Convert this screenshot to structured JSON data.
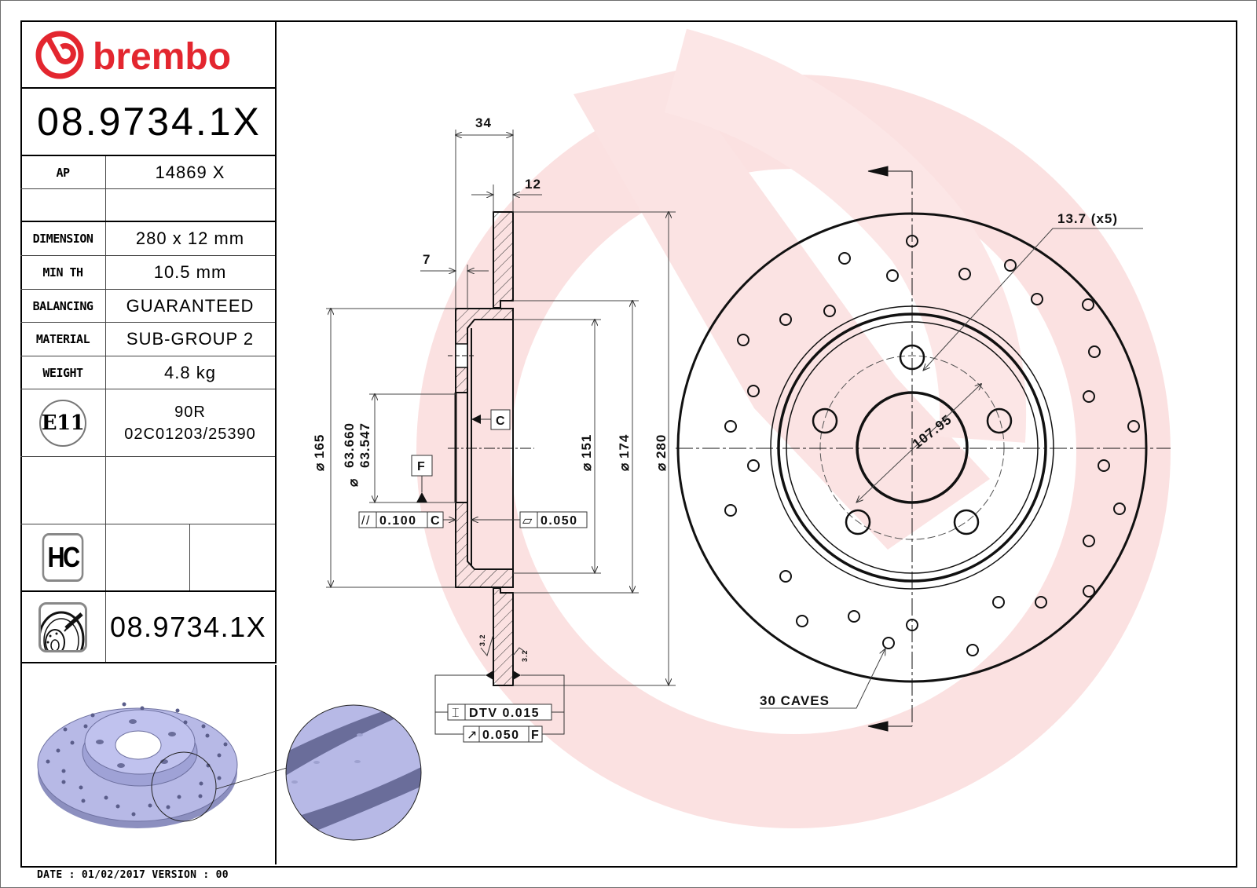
{
  "brand": {
    "name": "brembo",
    "color": "#e3262f",
    "watermark_color": "#fbe0e0"
  },
  "title_block": {
    "part_number": "08.9734.1X",
    "rows": [
      {
        "label": "AP",
        "value": "14869 X"
      },
      {
        "label": "",
        "value": ""
      },
      {
        "label": "DIMENSION",
        "value": "280 x 12 mm"
      },
      {
        "label": "MIN TH",
        "value": "10.5 mm"
      },
      {
        "label": "BALANCING",
        "value": "GUARANTEED"
      },
      {
        "label": "MATERIAL",
        "value": "SUB-GROUP 2"
      },
      {
        "label": "WEIGHT",
        "value": "4.8 kg"
      }
    ],
    "certification": {
      "badge": "E11",
      "line1": "90R",
      "line2": "02C01203/25390"
    },
    "hc_badge": "HC",
    "drilled_part_number": "08.9734.1X"
  },
  "section_view": {
    "dimensions": {
      "overall_height": "34",
      "disc_thickness": "12",
      "hat_thickness": "7",
      "dia_165": "165",
      "bore_max": "63.660",
      "bore_min": "63.547",
      "dia_151": "151",
      "dia_174": "174",
      "dia_280": "280",
      "roughness_left": "3.2",
      "roughness_right": "3.2"
    },
    "datums": {
      "c": "C",
      "f": "F"
    },
    "tolerances": {
      "parallelism": {
        "symbol": "//",
        "value": "0.100",
        "datum": "C"
      },
      "flatness": {
        "symbol": "▱",
        "value": "0.050"
      },
      "dtv": {
        "symbol": "⌶",
        "value": "DTV 0.015"
      },
      "runout": {
        "symbol": "↗",
        "value": "0.050",
        "datum": "F"
      }
    }
  },
  "front_view": {
    "stud_hole_note": "13.7 (x5)",
    "pcd": "107.95",
    "caves_note": "30 CAVES"
  },
  "footer": {
    "date_label": "DATE :",
    "date": "01/02/2017",
    "version_label": "VERSION :",
    "version": "00"
  }
}
